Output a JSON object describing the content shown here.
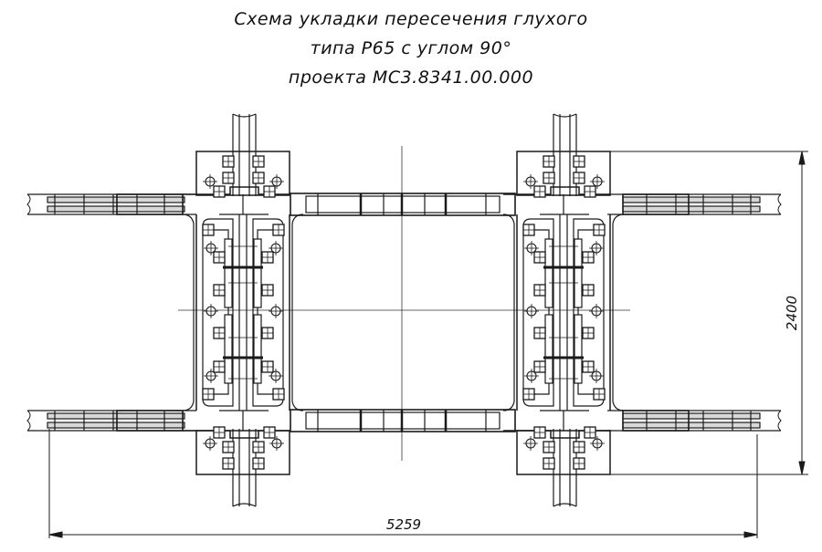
{
  "title": {
    "line1": "Схема укладки пересечения глухого",
    "line2": "типа Р65 с углом 90°",
    "line3": "проекта МС3.8341.00.000"
  },
  "dimensions": {
    "width_label": "5259",
    "height_label": "2400"
  },
  "colors": {
    "line": "#1a1a1a",
    "background": "#ffffff"
  }
}
